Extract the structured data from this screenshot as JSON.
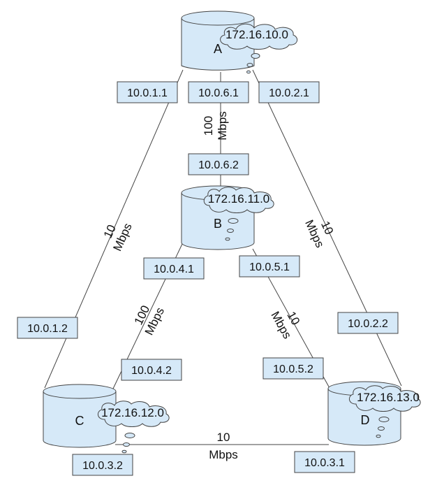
{
  "routers": {
    "a": {
      "name": "A",
      "network": "172.16.10.0"
    },
    "b": {
      "name": "B",
      "network": "172.16.11.0"
    },
    "c": {
      "name": "C",
      "network": "172.16.12.0"
    },
    "d": {
      "name": "D",
      "network": "172.16.13.0"
    }
  },
  "links": {
    "a_b": {
      "ip_a": "10.0.6.1",
      "ip_b": "10.0.6.2",
      "speed_value": "100",
      "speed_unit": "Mbps"
    },
    "a_c": {
      "ip_a": "10.0.1.1",
      "ip_c": "10.0.1.2",
      "speed_value": "10",
      "speed_unit": "Mbps"
    },
    "a_d": {
      "ip_a": "10.0.2.1",
      "ip_d": "10.0.2.2",
      "speed_value": "10",
      "speed_unit": "Mbps"
    },
    "b_c": {
      "ip_b": "10.0.4.1",
      "ip_c": "10.0.4.2",
      "speed_value": "100",
      "speed_unit": "Mbps"
    },
    "b_d": {
      "ip_b": "10.0.5.1",
      "ip_d": "10.0.5.2",
      "speed_value": "10",
      "speed_unit": "Mbps"
    },
    "c_d": {
      "ip_c": "10.0.3.2",
      "ip_d": "10.0.3.1",
      "speed_value": "10",
      "speed_unit": "Mbps"
    }
  }
}
